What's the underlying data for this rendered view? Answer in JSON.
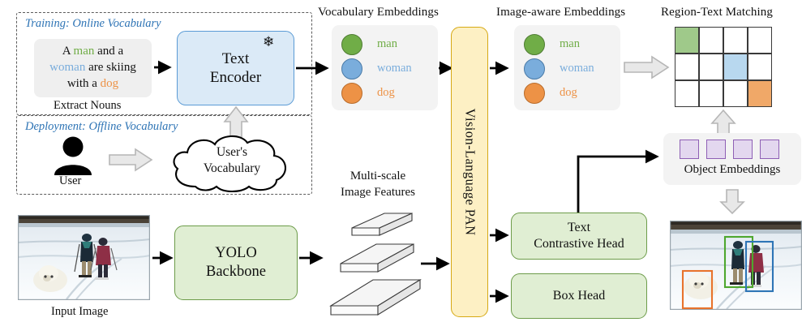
{
  "figure": {
    "title": "YOLO-World open-vocabulary detection architecture"
  },
  "panels": {
    "training": {
      "label": "Training: Online Vocabulary",
      "sentence_parts": [
        {
          "text": "A ",
          "color": "default"
        },
        {
          "text": "man",
          "color": "green"
        },
        {
          "text": " and a",
          "color": "default"
        },
        {
          "text": "woman",
          "color": "blue"
        },
        {
          "text": " are skiing",
          "color": "default"
        },
        {
          "text": "with a ",
          "color": "default"
        },
        {
          "text": "dog",
          "color": "orange"
        }
      ],
      "sentence_line1_a": "A ",
      "sentence_line1_b": "man",
      "sentence_line1_c": " and a",
      "sentence_line2_a": "woman",
      "sentence_line2_b": " are skiing",
      "sentence_line3_a": "with a ",
      "sentence_line3_b": "dog",
      "caption": "Extract Nouns"
    },
    "deployment": {
      "label": "Deployment: Offline Vocabulary",
      "user_caption": "User",
      "cloud_line1": "User's",
      "cloud_line2": "Vocabulary"
    }
  },
  "blocks": {
    "text_encoder": {
      "line1": "Text",
      "line2": "Encoder",
      "frozen_icon": "snowflake-icon"
    },
    "yolo_backbone": {
      "line1": "YOLO",
      "line2": "Backbone"
    },
    "vl_pan": {
      "label": "Vision-Language PAN"
    },
    "text_contrastive_head": {
      "line1": "Text",
      "line2": "Contrastive Head"
    },
    "box_head": {
      "label": "Box Head"
    }
  },
  "headers": {
    "vocabulary_embeddings": "Vocabulary Embeddings",
    "image_aware_embeddings": "Image-aware Embeddings",
    "region_text_matching": "Region-Text Matching",
    "multi_scale_line1": "Multi-scale",
    "multi_scale_line2": "Image Features",
    "object_embeddings": "Object Embeddings",
    "input_image": "Input Image"
  },
  "embeddings": {
    "items": [
      {
        "label": "man",
        "color": "#70ad47"
      },
      {
        "label": "woman",
        "color": "#7aaddc"
      },
      {
        "label": "dog",
        "color": "#ed9246"
      }
    ]
  },
  "object_embeddings": {
    "count": 4,
    "color": "#e3d7ef",
    "border": "#8e5fb5"
  },
  "matching_grid": {
    "columns": 4,
    "rows": 3,
    "cells": [
      [
        "#9fc98a",
        "#ffffff",
        "#ffffff",
        "#ffffff"
      ],
      [
        "#ffffff",
        "#ffffff",
        "#b8d8ef",
        "#ffffff"
      ],
      [
        "#ffffff",
        "#ffffff",
        "#ffffff",
        "#f0a868"
      ]
    ]
  },
  "detections": [
    {
      "label": "man",
      "color": "#4ea72e"
    },
    {
      "label": "woman",
      "color": "#2e75b6"
    },
    {
      "label": "dog",
      "color": "#e8732c"
    }
  ],
  "colors": {
    "green": "#70ad47",
    "blue": "#7aaddc",
    "orange": "#ed9246",
    "section_label": "#2e74b5",
    "yellow_fill": "#fdf0c4",
    "yellow_stroke": "#d6a914",
    "green_fill": "#e0eed3",
    "green_stroke": "#6d9c4a",
    "blue_fill": "#dbeaf7",
    "blue_stroke": "#5b9bd5",
    "hollow_arrow": "#d2d2d2"
  }
}
